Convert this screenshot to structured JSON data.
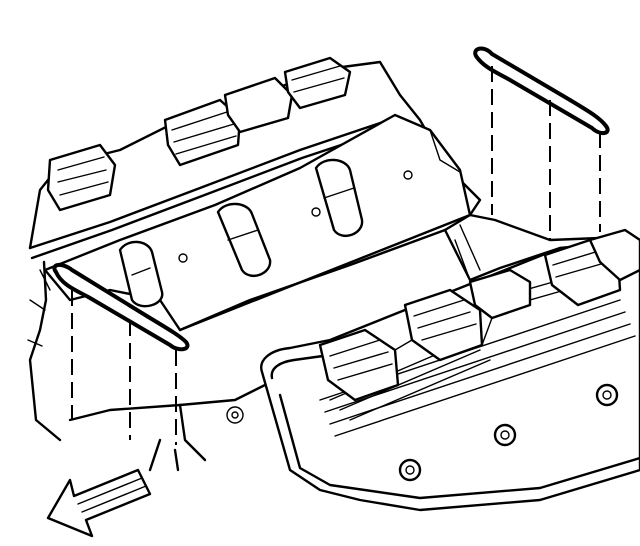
{
  "figure": {
    "kind": "engine-valve-cover-gasket-installation",
    "colors": {
      "line": "#000000",
      "background": "#ffffff"
    },
    "icons": [
      "valve-cover-gasket",
      "cylinder-head",
      "intake-ports",
      "ignition-coils",
      "valve-cover",
      "direction-arrow"
    ]
  }
}
